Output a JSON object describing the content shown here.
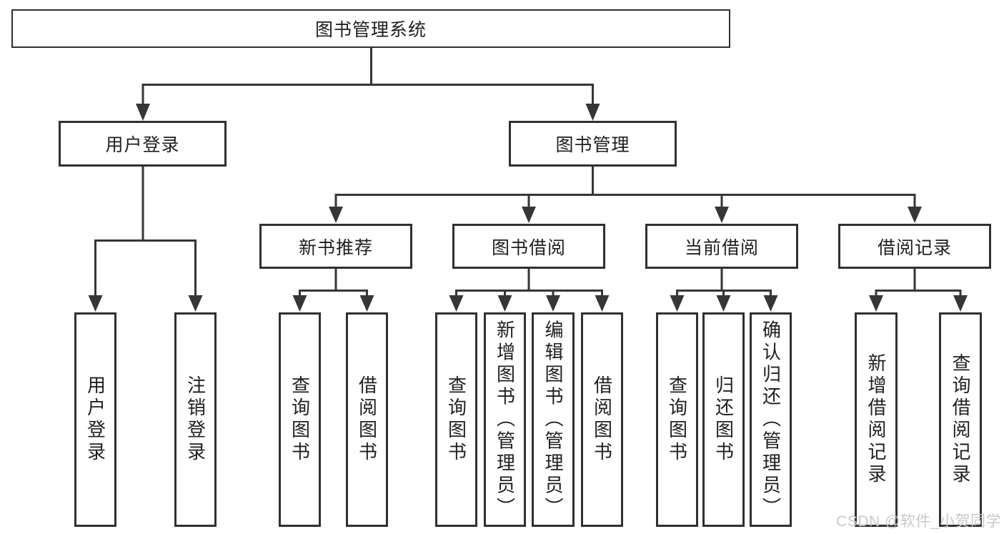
{
  "diagram_title": "图书管理系统",
  "colors": {
    "background": "#ffffff",
    "line": "#363636",
    "box_border": "#303030",
    "text": "#1f1f1f",
    "watermark": "#c9c9c9"
  },
  "tree": {
    "root": "图书管理系统",
    "branches": [
      {
        "label": "用户登录",
        "leaves": [
          "用户登录",
          "注销登录"
        ]
      },
      {
        "label": "图书管理",
        "groups": [
          {
            "label": "新书推荐",
            "leaves": [
              "查询图书",
              "借阅图书"
            ]
          },
          {
            "label": "图书借阅",
            "leaves": [
              "查询图书",
              "新增图书（管理员）",
              "编辑图书（管理员）",
              "借阅图书"
            ]
          },
          {
            "label": "当前借阅",
            "leaves": [
              "查询图书",
              "归还图书",
              "确认归还（管理员）"
            ]
          },
          {
            "label": "借阅记录",
            "leaves": [
              "新增借阅记录",
              "查询借阅记录"
            ]
          }
        ]
      }
    ]
  },
  "watermark": "CSDN @软件_小贺同学"
}
